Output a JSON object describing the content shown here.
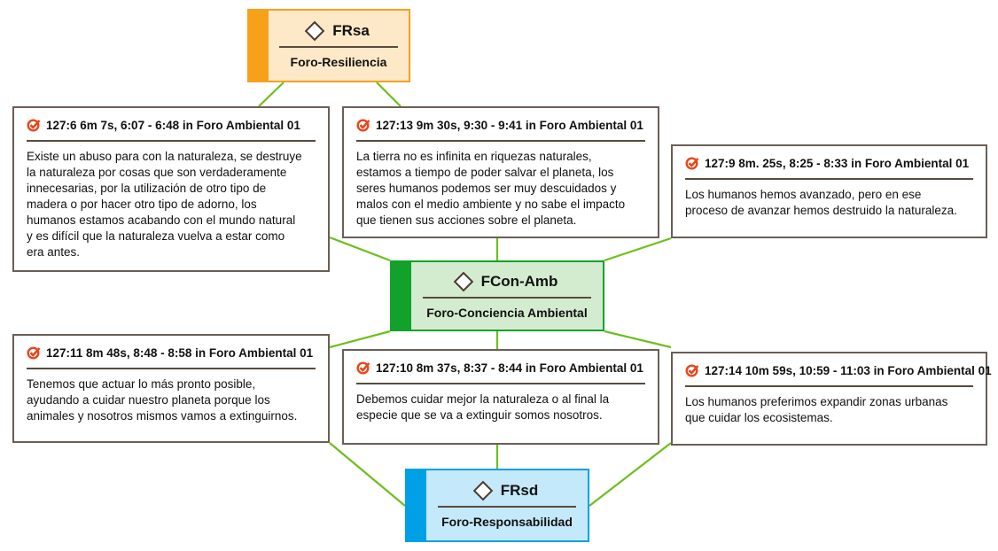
{
  "colors": {
    "edge": "#6cbf1a",
    "resiliencia": "#f7a11a",
    "conciencia": "#12a12a",
    "responsabilidad": "#00a0e6",
    "quote_border": "#6b5e55",
    "check_icon": "#e8471c"
  },
  "codes": {
    "frsa": {
      "code": "FRsa",
      "name": "Foro-Resiliencia",
      "icon": "diamond-icon"
    },
    "fcon": {
      "code": "FCon-Amb",
      "name": "Foro-Conciencia Ambiental",
      "icon": "diamond-icon"
    },
    "frsd": {
      "code": "FRsd",
      "name": "Foro-Responsabilidad",
      "icon": "diamond-icon"
    }
  },
  "quotations": [
    {
      "header": "127:6 6m 7s, 6:07 - 6:48 in Foro Ambiental 01",
      "text": "Existe un abuso para con la naturaleza, se destruye\nla naturaleza por cosas que son verdaderamente\ninnecesarias, por la utilización de otro tipo de\nmadera o por hacer otro tipo de adorno, los\nhumanos estamos acabando con el mundo natural\ny es difícil que la naturaleza vuelva a estar como\nera antes.",
      "icon": "checkmark-icon"
    },
    {
      "header": "127:13 9m 30s, 9:30 - 9:41 in Foro Ambiental 01",
      "text": "La tierra no es infinita en  riquezas naturales,\nestamos a tiempo de poder salvar el planeta, los\nseres humanos podemos ser muy descuidados y\nmalos con el medio ambiente y no sabe el impacto\nque tienen sus acciones sobre el planeta.",
      "icon": "checkmark-icon"
    },
    {
      "header": "127:9 8m. 25s, 8:25 - 8:33 in Foro Ambiental 01",
      "text": "Los humanos hemos avanzado, pero en ese\nproceso de avanzar hemos destruido la naturaleza.",
      "icon": "checkmark-icon"
    },
    {
      "header": "127:11 8m 48s, 8:48 - 8:58 in Foro Ambiental 01",
      "text": "Tenemos que actuar lo más pronto posible,\nayudando a cuidar nuestro planeta porque los\nanimales y nosotros mismos vamos a extinguirnos.",
      "icon": "checkmark-icon"
    },
    {
      "header": "127:10 8m 37s, 8:37 - 8:44 in Foro Ambiental 01",
      "text": "Debemos cuidar mejor la naturaleza o al final la\nespecie que se va a extinguir somos nosotros.",
      "icon": "checkmark-icon"
    },
    {
      "header": "127:14 10m 59s, 10:59 - 11:03 in Foro Ambiental 01",
      "text": "Los humanos preferimos expandir zonas urbanas\nque cuidar los ecosistemas.",
      "icon": "checkmark-icon"
    }
  ],
  "links": [
    {
      "from": "frsa",
      "to": "quote-1"
    },
    {
      "from": "frsa",
      "to": "quote-2"
    },
    {
      "from": "fcon",
      "to": "quote-1"
    },
    {
      "from": "fcon",
      "to": "quote-2"
    },
    {
      "from": "fcon",
      "to": "quote-3"
    },
    {
      "from": "fcon",
      "to": "quote-4"
    },
    {
      "from": "fcon",
      "to": "quote-5"
    },
    {
      "from": "fcon",
      "to": "quote-6"
    },
    {
      "from": "frsd",
      "to": "quote-4"
    },
    {
      "from": "frsd",
      "to": "quote-5"
    },
    {
      "from": "frsd",
      "to": "quote-6"
    }
  ]
}
